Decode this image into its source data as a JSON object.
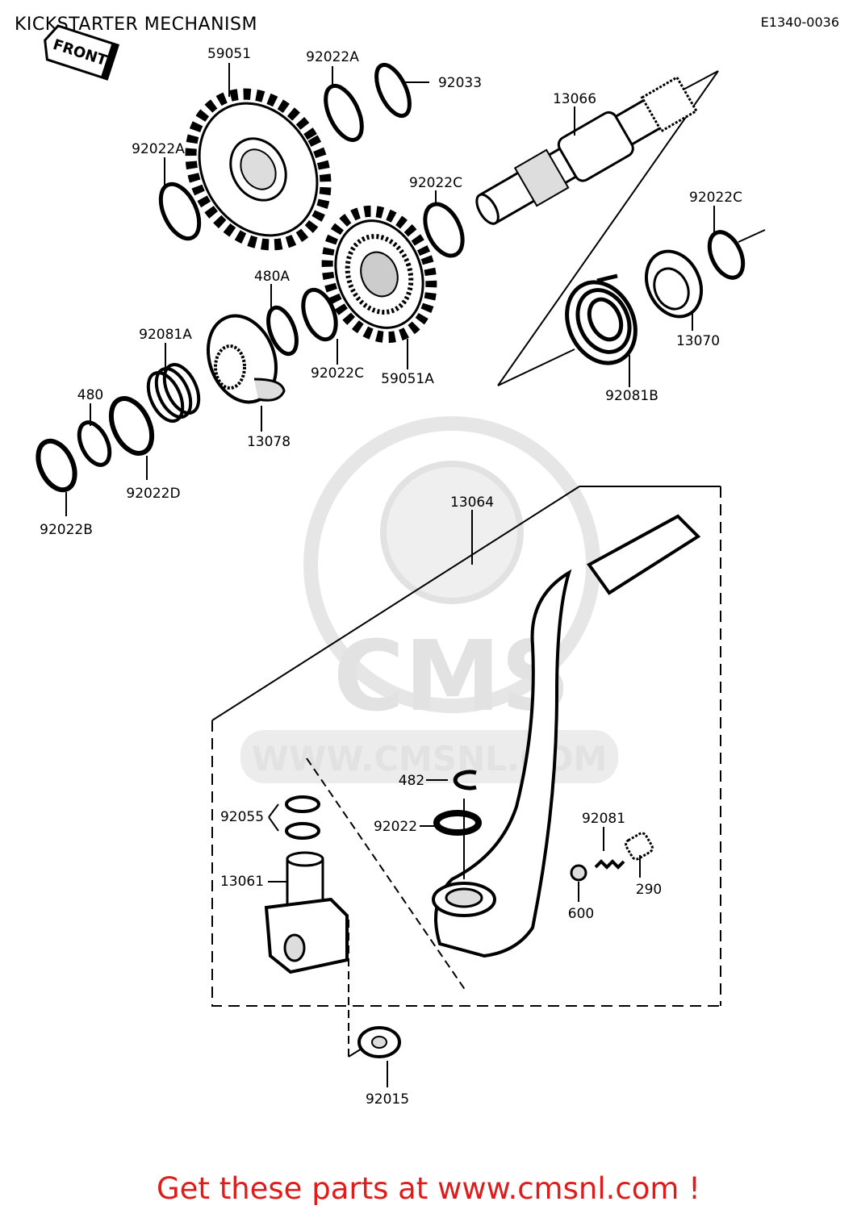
{
  "header": {
    "title": "KICKSTARTER MECHANISM",
    "ref_code": "E1340-0036"
  },
  "front_tag": "FRONT",
  "watermark": {
    "logo_text": "CMS",
    "url_text": "WWW.CMSNL.COM"
  },
  "parts": [
    {
      "id": "59051"
    },
    {
      "id": "92022A"
    },
    {
      "id": "92033"
    },
    {
      "id": "13066"
    },
    {
      "id": "92022A"
    },
    {
      "id": "92022C"
    },
    {
      "id": "92022C"
    },
    {
      "id": "480A"
    },
    {
      "id": "92081A"
    },
    {
      "id": "480"
    },
    {
      "id": "13078"
    },
    {
      "id": "92022C"
    },
    {
      "id": "59051A"
    },
    {
      "id": "13070"
    },
    {
      "id": "92081B"
    },
    {
      "id": "92022D"
    },
    {
      "id": "92022B"
    },
    {
      "id": "13064"
    },
    {
      "id": "482"
    },
    {
      "id": "92055"
    },
    {
      "id": "92022"
    },
    {
      "id": "92081"
    },
    {
      "id": "13061"
    },
    {
      "id": "290"
    },
    {
      "id": "600"
    },
    {
      "id": "92015"
    }
  ],
  "footer": {
    "cta": "Get these parts at www.cmsnl.com !"
  },
  "colors": {
    "ink": "#000000",
    "cta": "#e01b1b",
    "watermark": "#e2e2e2"
  }
}
